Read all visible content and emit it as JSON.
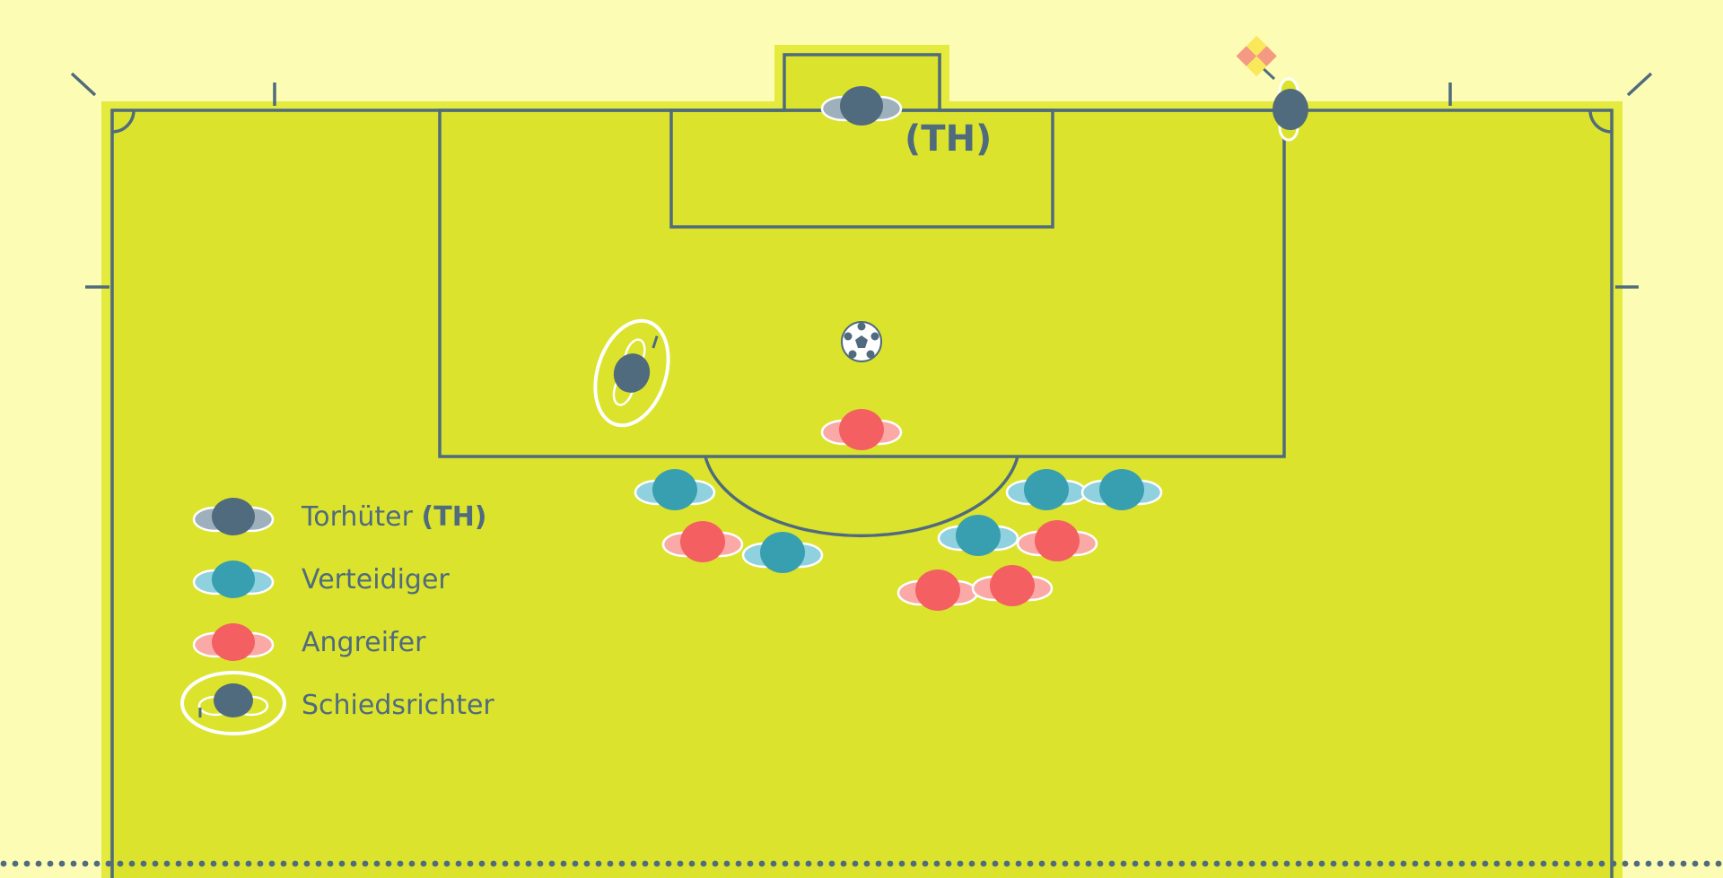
{
  "colors": {
    "background": "#fcfcb4",
    "pitch": "#dbe32d",
    "pitch_border": "#e4ea3e",
    "line": "#4f6b7d",
    "goalkeeper": "#4f6b7d",
    "goalkeeper_arm": "#9fb0bd",
    "defender": "#389fb0",
    "defender_arm": "#8fd1de",
    "attacker": "#f45f62",
    "attacker_arm": "#fba9a6",
    "referee": "#4f6b7d",
    "referee_ring": "#ffffff",
    "ball": "#ffffff",
    "flag_red": "#f49a82",
    "flag_yellow": "#f8e85a"
  },
  "labels": {
    "goalkeeper_tag": "(TH)"
  },
  "legend": [
    {
      "role": "goalkeeper",
      "label": "Torhüter ",
      "suffix": "(TH)"
    },
    {
      "role": "defender",
      "label": "Verteidiger",
      "suffix": ""
    },
    {
      "role": "attacker",
      "label": "Angreifer",
      "suffix": ""
    },
    {
      "role": "referee",
      "label": "Schiedsrichter",
      "suffix": ""
    }
  ],
  "icons": {
    "ball": "soccer-ball-icon",
    "corner_flag": "corner-flag-icon",
    "player": "player-top-view-icon"
  }
}
